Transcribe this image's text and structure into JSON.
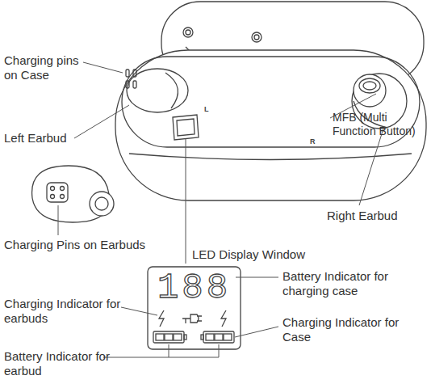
{
  "diagram": {
    "labels": [
      "Charging pins on Case",
      "Left Earbud",
      "Charging Pins on Earbuds",
      "LED Display Window",
      "MFB (Multi Function Button)",
      "Right Earbud",
      "L",
      "R",
      "188",
      "Battery Indicator for charging case",
      "Charging Indicator for earbuds",
      "Charging Indicator for Case",
      "Battery Indicator for earbud"
    ]
  }
}
